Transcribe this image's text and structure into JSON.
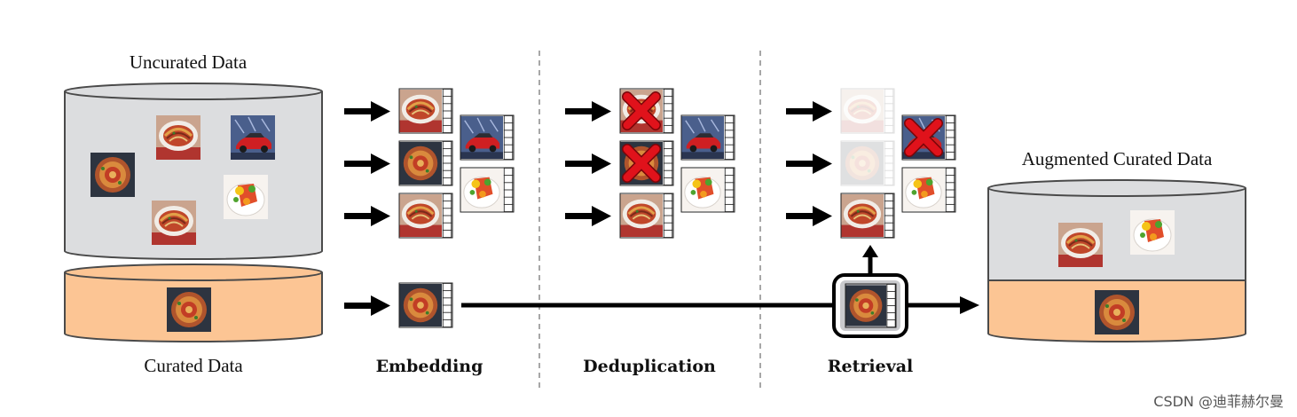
{
  "labels": {
    "uncurated": "Uncurated Data",
    "curated": "Curated Data",
    "augmented": "Augmented Curated Data"
  },
  "steps": {
    "embedding": "Embedding",
    "deduplication": "Deduplication",
    "retrieval": "Retrieval"
  },
  "watermark": "CSDN @迪菲赫尔曼",
  "colors": {
    "uncurated_fill": "#dcdddf",
    "curated_fill": "#fcc594",
    "reject_mark": "#e0121b",
    "arrow": "#000000"
  },
  "icons": {
    "image_types": [
      "ratatouille-round-dish",
      "ratatouille-spiral-dish",
      "red-sports-car",
      "vegetable-salad-plate"
    ],
    "reject": "red-x-icon",
    "embedding_vector": "embedding-vector-icon"
  }
}
